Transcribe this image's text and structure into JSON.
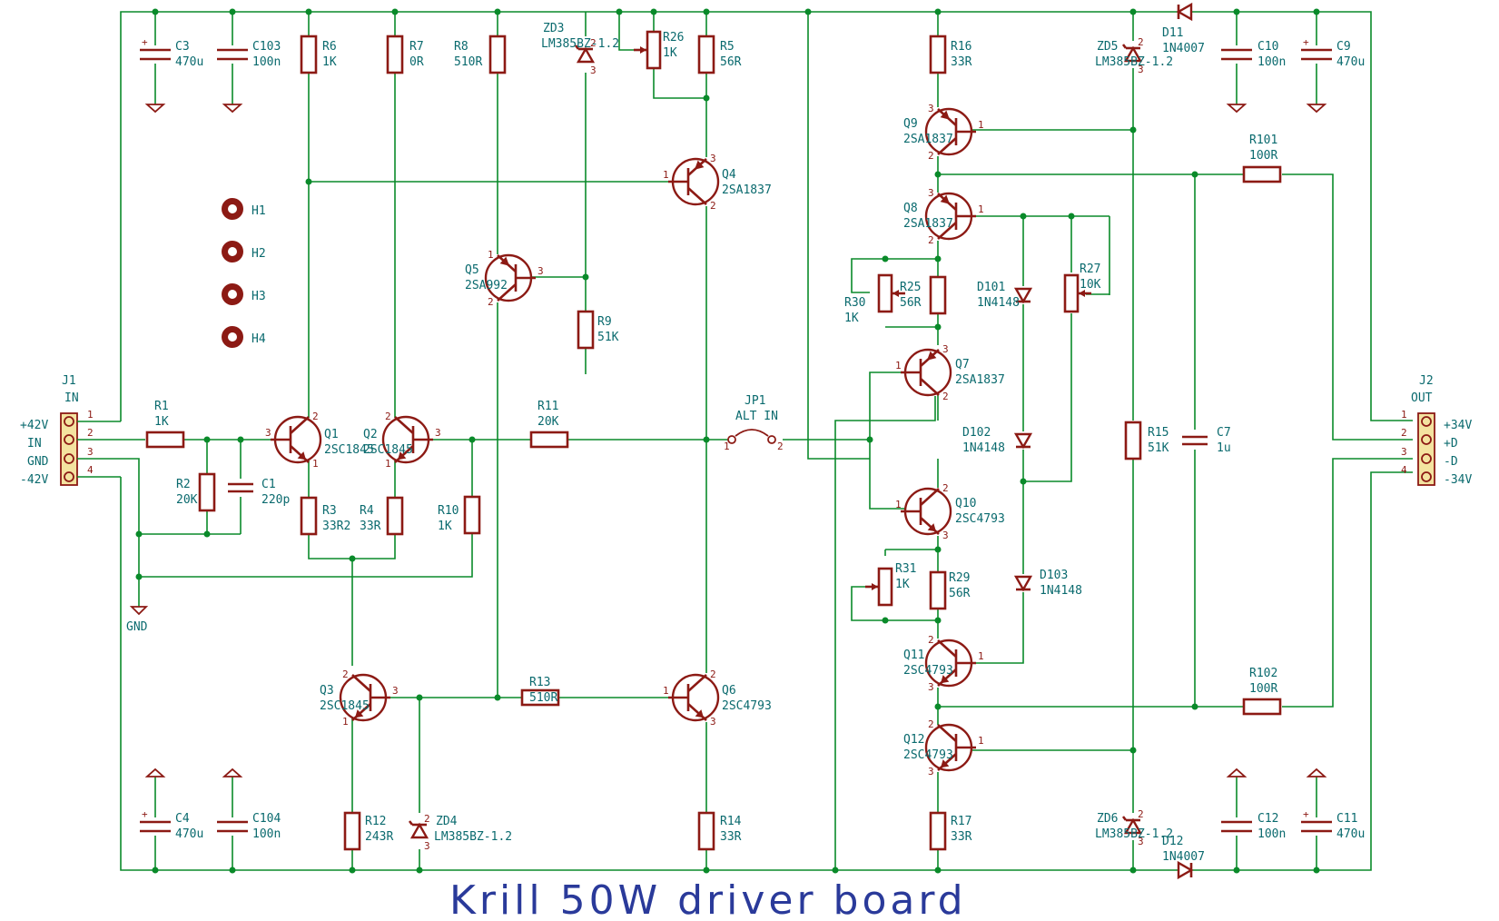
{
  "title": "Krill 50W driver board",
  "connectors": {
    "j1": {
      "ref": "J1",
      "name": "IN",
      "pins": [
        "1",
        "2",
        "3",
        "4"
      ],
      "labels": [
        "+42V",
        "IN",
        "GND",
        "-42V"
      ]
    },
    "j2": {
      "ref": "J2",
      "name": "OUT",
      "pins": [
        "1",
        "2",
        "3",
        "4"
      ],
      "labels": [
        "+34V",
        "+D",
        "-D",
        "-34V"
      ]
    },
    "jp1": {
      "ref": "JP1",
      "name": "ALT IN",
      "pins": [
        "1",
        "2"
      ]
    }
  },
  "power": {
    "gnd_label": "GND"
  },
  "mounting_holes": [
    "H1",
    "H2",
    "H3",
    "H4"
  ],
  "transistors": [
    {
      "ref": "Q1",
      "value": "2SC1845"
    },
    {
      "ref": "Q2",
      "value": "2SC1845"
    },
    {
      "ref": "Q3",
      "value": "2SC1845"
    },
    {
      "ref": "Q4",
      "value": "2SA1837"
    },
    {
      "ref": "Q5",
      "value": "2SA992"
    },
    {
      "ref": "Q6",
      "value": "2SC4793"
    },
    {
      "ref": "Q7",
      "value": "2SA1837"
    },
    {
      "ref": "Q8",
      "value": "2SA1837"
    },
    {
      "ref": "Q9",
      "value": "2SA1837"
    },
    {
      "ref": "Q10",
      "value": "2SC4793"
    },
    {
      "ref": "Q11",
      "value": "2SC4793"
    },
    {
      "ref": "Q12",
      "value": "2SC4793"
    }
  ],
  "resistors": [
    {
      "ref": "R1",
      "value": "1K"
    },
    {
      "ref": "R2",
      "value": "20K"
    },
    {
      "ref": "R3",
      "value": "33R2"
    },
    {
      "ref": "R4",
      "value": "33R"
    },
    {
      "ref": "R5",
      "value": "56R"
    },
    {
      "ref": "R6",
      "value": "1K"
    },
    {
      "ref": "R7",
      "value": "0R"
    },
    {
      "ref": "R8",
      "value": "510R"
    },
    {
      "ref": "R9",
      "value": "51K"
    },
    {
      "ref": "R10",
      "value": "1K"
    },
    {
      "ref": "R11",
      "value": "20K"
    },
    {
      "ref": "R12",
      "value": "243R"
    },
    {
      "ref": "R13",
      "value": "510R"
    },
    {
      "ref": "R14",
      "value": "33R"
    },
    {
      "ref": "R15",
      "value": "51K"
    },
    {
      "ref": "R16",
      "value": "33R"
    },
    {
      "ref": "R17",
      "value": "33R"
    },
    {
      "ref": "R25",
      "value": "56R"
    },
    {
      "ref": "R29",
      "value": "56R"
    },
    {
      "ref": "R101",
      "value": "100R"
    },
    {
      "ref": "R102",
      "value": "100R"
    }
  ],
  "trimmers": [
    {
      "ref": "R26",
      "value": "1K"
    },
    {
      "ref": "R27",
      "value": "10K"
    },
    {
      "ref": "R30",
      "value": "1K"
    },
    {
      "ref": "R31",
      "value": "1K"
    }
  ],
  "capacitors": [
    {
      "ref": "C1",
      "value": "220p"
    },
    {
      "ref": "C3",
      "value": "470u"
    },
    {
      "ref": "C4",
      "value": "470u"
    },
    {
      "ref": "C7",
      "value": "1u"
    },
    {
      "ref": "C9",
      "value": "470u"
    },
    {
      "ref": "C10",
      "value": "100n"
    },
    {
      "ref": "C11",
      "value": "470u"
    },
    {
      "ref": "C12",
      "value": "100n"
    },
    {
      "ref": "C103",
      "value": "100n"
    },
    {
      "ref": "C104",
      "value": "100n"
    }
  ],
  "diodes": [
    {
      "ref": "D11",
      "value": "1N4007"
    },
    {
      "ref": "D12",
      "value": "1N4007"
    },
    {
      "ref": "D101",
      "value": "1N4148"
    },
    {
      "ref": "D102",
      "value": "1N4148"
    },
    {
      "ref": "D103",
      "value": "1N4148"
    }
  ],
  "references": [
    {
      "ref": "ZD3",
      "value": "LM385BZ-1.2"
    },
    {
      "ref": "ZD4",
      "value": "LM385BZ-1.2"
    },
    {
      "ref": "ZD5",
      "value": "LM385BZ-1.2"
    },
    {
      "ref": "ZD6",
      "value": "LM385BZ-1.2"
    }
  ]
}
